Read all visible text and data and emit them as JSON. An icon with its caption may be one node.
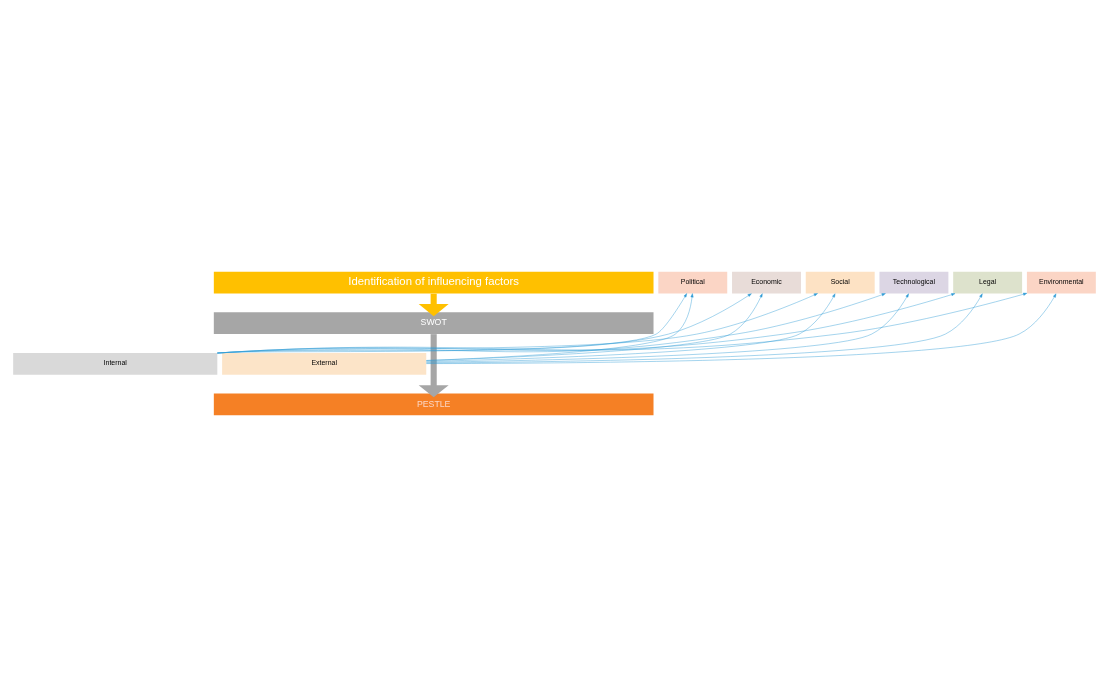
{
  "diagram": {
    "nodes": [
      {
        "text": [
          "Identification of influencing factors"
        ]
      },
      {
        "text": [
          "SWOT"
        ]
      },
      {
        "text": [
          "Internal"
        ]
      },
      {
        "text": [
          "External"
        ]
      },
      {
        "text": [
          "PESTLE"
        ]
      },
      {
        "text": [
          "Political"
        ]
      },
      {
        "text": [
          "Economic"
        ]
      },
      {
        "text": [
          "Social"
        ]
      },
      {
        "text": [
          "Technological"
        ]
      },
      {
        "text": [
          "Legal"
        ]
      },
      {
        "text": [
          "Environmental"
        ]
      }
    ],
    "edges": [
      {
        "from": 0,
        "to": 1,
        "arrow": "to",
        "style": "thick",
        "color": "#ffc000"
      },
      {
        "from": 1,
        "to": 4,
        "arrow": "to",
        "style": "thick",
        "color": "#a6a6a6"
      },
      {
        "from": 2,
        "to": 5,
        "arrow": "to"
      },
      {
        "from": 2,
        "to": 6,
        "arrow": "to"
      },
      {
        "from": 2,
        "to": 7,
        "arrow": "to"
      },
      {
        "from": 2,
        "to": 8,
        "arrow": "to"
      },
      {
        "from": 2,
        "to": 9,
        "arrow": "to"
      },
      {
        "from": 2,
        "to": 10,
        "arrow": "to"
      },
      {
        "from": 3,
        "to": 5,
        "arrow": "to"
      },
      {
        "from": 3,
        "to": 6,
        "arrow": "to"
      },
      {
        "from": 3,
        "to": 7,
        "arrow": "to"
      },
      {
        "from": 3,
        "to": 8,
        "arrow": "to"
      },
      {
        "from": 3,
        "to": 9,
        "arrow": "to"
      },
      {
        "from": 3,
        "to": 10,
        "arrow": "to"
      }
    ]
  }
}
